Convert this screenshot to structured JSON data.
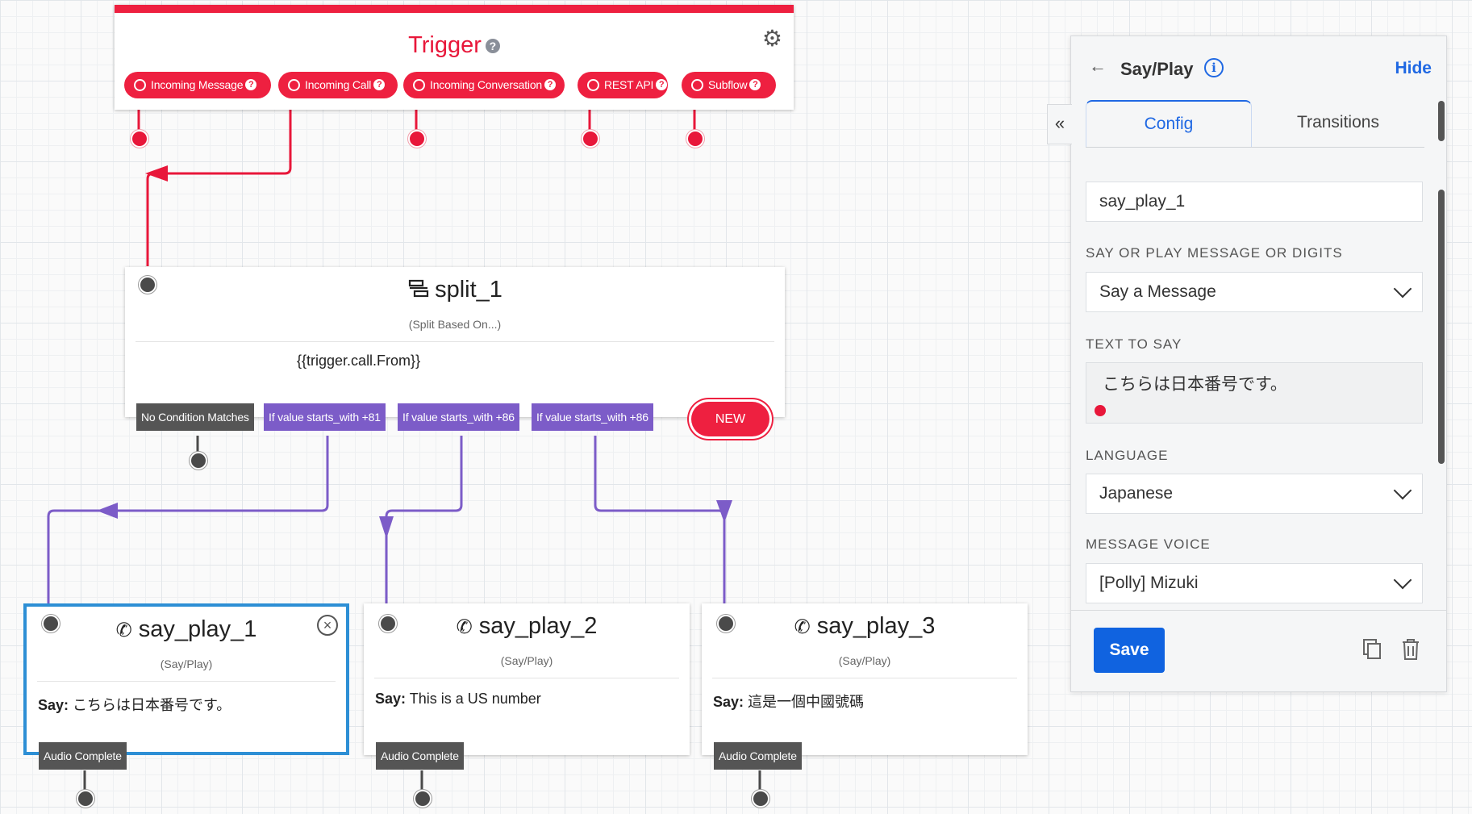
{
  "trigger": {
    "title": "Trigger",
    "help": "?",
    "pills": [
      {
        "label": "Incoming Message",
        "help": "?"
      },
      {
        "label": "Incoming Call",
        "help": "?"
      },
      {
        "label": "Incoming Conversation",
        "help": "?"
      },
      {
        "label": "REST API",
        "help": "?"
      },
      {
        "label": "Subflow",
        "help": "?"
      }
    ]
  },
  "split": {
    "title": "split_1",
    "subtitle": "(Split Based On...)",
    "expression": "{{trigger.call.From}}",
    "transitions": [
      "No Condition Matches",
      "If value starts_with +81",
      "If value starts_with +86",
      "If value starts_with +86"
    ],
    "new_label": "NEW"
  },
  "say_cards": [
    {
      "title": "say_play_1",
      "subtitle": "(Say/Play)",
      "say_label": "Say:",
      "say_text": "こちらは日本番号です。",
      "transition": "Audio Complete"
    },
    {
      "title": "say_play_2",
      "subtitle": "(Say/Play)",
      "say_label": "Say:",
      "say_text": "This is a US number",
      "transition": "Audio Complete"
    },
    {
      "title": "say_play_3",
      "subtitle": "(Say/Play)",
      "say_label": "Say:",
      "say_text": "這是一個中國號碼",
      "transition": "Audio Complete"
    }
  ],
  "panel": {
    "title": "Say/Play",
    "hide_label": "Hide",
    "tabs": [
      "Config",
      "Transitions"
    ],
    "widget_name": "say_play_1",
    "say_or_play_label": "SAY OR PLAY MESSAGE OR DIGITS",
    "say_or_play_value": "Say a Message",
    "text_to_say_label": "TEXT TO SAY",
    "text_to_say_value": "こちらは日本番号です。",
    "language_label": "LANGUAGE",
    "language_value": "Japanese",
    "voice_label": "MESSAGE VOICE",
    "voice_value": "[Polly] Mizuki",
    "save_label": "Save"
  },
  "colors": {
    "trigger_red": "#ee2040",
    "split_purple": "#7c5cc8",
    "selected_blue": "#2d8fd5",
    "panel_blue": "#1f68e3"
  }
}
